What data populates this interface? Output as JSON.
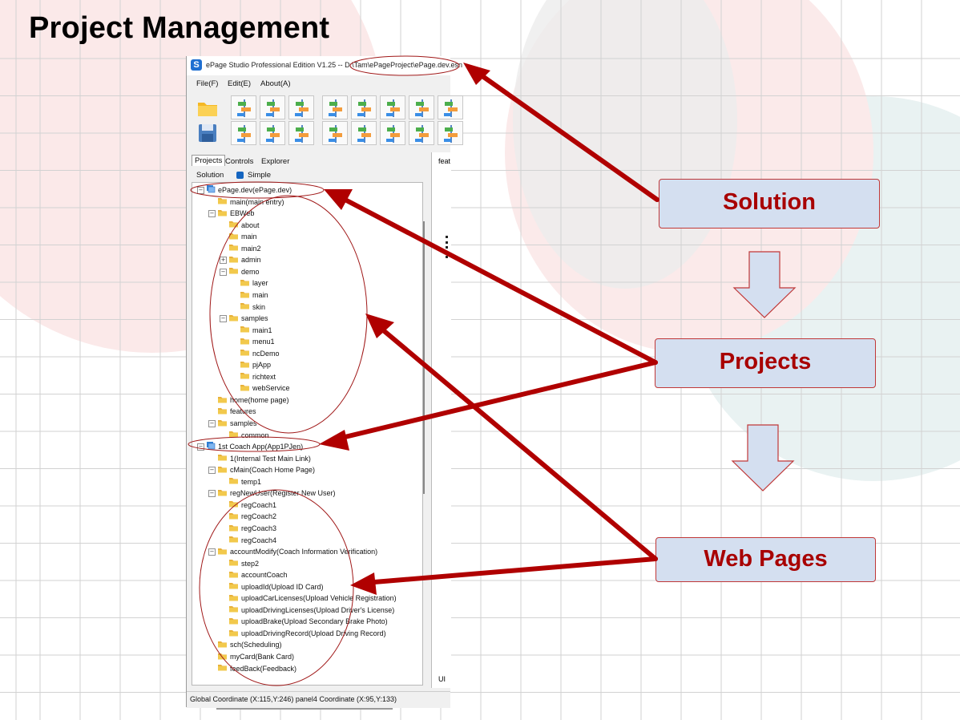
{
  "slide": {
    "title": "Project Management"
  },
  "app": {
    "title": "ePage Studio Professional Edition V1.25 -- D:\\Tam\\ePageProject\\ePage.dev.esn",
    "menu": [
      "File(F)",
      "Edit(E)",
      "About(A)"
    ],
    "panel_tabs": [
      "Projects",
      "Controls",
      "Explorer"
    ],
    "options": {
      "solution_label": "Solution",
      "simple_label": "Simple",
      "simple_checked": true
    },
    "right_tab": "feat",
    "right_bottom_tab": "UI",
    "status": "Global Coordinate (X:115,Y:246)  panel4 Coordinate (X:95,Y:133)",
    "tree": [
      {
        "label": "ePage.dev(ePage.dev)",
        "level": 0,
        "icon": "project",
        "expander": "−"
      },
      {
        "label": "main(main entry)",
        "level": 1,
        "icon": "folder",
        "expander": ""
      },
      {
        "label": "EBWeb",
        "level": 1,
        "icon": "folder-open",
        "expander": "−"
      },
      {
        "label": "about",
        "level": 2,
        "icon": "folder",
        "expander": ""
      },
      {
        "label": "main",
        "level": 2,
        "icon": "folder",
        "expander": ""
      },
      {
        "label": "main2",
        "level": 2,
        "icon": "folder",
        "expander": ""
      },
      {
        "label": "admin",
        "level": 2,
        "icon": "folder",
        "expander": "+"
      },
      {
        "label": "demo",
        "level": 2,
        "icon": "folder-open",
        "expander": "−"
      },
      {
        "label": "layer",
        "level": 3,
        "icon": "folder",
        "expander": ""
      },
      {
        "label": "main",
        "level": 3,
        "icon": "folder",
        "expander": ""
      },
      {
        "label": "skin",
        "level": 3,
        "icon": "folder",
        "expander": ""
      },
      {
        "label": "samples",
        "level": 2,
        "icon": "folder-open",
        "expander": "−"
      },
      {
        "label": "main1",
        "level": 3,
        "icon": "folder",
        "expander": ""
      },
      {
        "label": "menu1",
        "level": 3,
        "icon": "folder",
        "expander": ""
      },
      {
        "label": "ncDemo",
        "level": 3,
        "icon": "folder",
        "expander": ""
      },
      {
        "label": "pjApp",
        "level": 3,
        "icon": "folder",
        "expander": ""
      },
      {
        "label": "richtext",
        "level": 3,
        "icon": "folder",
        "expander": ""
      },
      {
        "label": "webService",
        "level": 3,
        "icon": "folder",
        "expander": ""
      },
      {
        "label": "home(home page)",
        "level": 1,
        "icon": "folder",
        "expander": ""
      },
      {
        "label": "features",
        "level": 1,
        "icon": "folder",
        "expander": ""
      },
      {
        "label": "samples",
        "level": 1,
        "icon": "folder-open",
        "expander": "−"
      },
      {
        "label": "common",
        "level": 2,
        "icon": "folder",
        "expander": ""
      },
      {
        "label": "1st Coach App(App1PJen)",
        "level": 0,
        "icon": "project",
        "expander": "−"
      },
      {
        "label": "1(Internal Test Main Link)",
        "level": 1,
        "icon": "folder",
        "expander": ""
      },
      {
        "label": "cMain(Coach Home Page)",
        "level": 1,
        "icon": "folder-open",
        "expander": "−"
      },
      {
        "label": "temp1",
        "level": 2,
        "icon": "folder",
        "expander": ""
      },
      {
        "label": "regNewUser(Register New User)",
        "level": 1,
        "icon": "folder-open",
        "expander": "−"
      },
      {
        "label": "regCoach1",
        "level": 2,
        "icon": "folder",
        "expander": ""
      },
      {
        "label": "regCoach2",
        "level": 2,
        "icon": "folder",
        "expander": ""
      },
      {
        "label": "regCoach3",
        "level": 2,
        "icon": "folder",
        "expander": ""
      },
      {
        "label": "regCoach4",
        "level": 2,
        "icon": "folder",
        "expander": ""
      },
      {
        "label": "accountModify(Coach Information Verification)",
        "level": 1,
        "icon": "folder-open",
        "expander": "−"
      },
      {
        "label": "step2",
        "level": 2,
        "icon": "folder",
        "expander": ""
      },
      {
        "label": "accountCoach",
        "level": 2,
        "icon": "folder",
        "expander": ""
      },
      {
        "label": "uploadId(Upload ID Card)",
        "level": 2,
        "icon": "folder",
        "expander": ""
      },
      {
        "label": "uploadCarLicenses(Upload Vehicle Registration)",
        "level": 2,
        "icon": "folder",
        "expander": ""
      },
      {
        "label": "uploadDrivingLicenses(Upload Driver's License)",
        "level": 2,
        "icon": "folder",
        "expander": ""
      },
      {
        "label": "uploadBrake(Upload Secondary Brake Photo)",
        "level": 2,
        "icon": "folder",
        "expander": ""
      },
      {
        "label": "uploadDrivingRecord(Upload Driving Record)",
        "level": 2,
        "icon": "folder",
        "expander": ""
      },
      {
        "label": "sch(Scheduling)",
        "level": 1,
        "icon": "folder",
        "expander": ""
      },
      {
        "label": "myCard(Bank Card)",
        "level": 1,
        "icon": "folder",
        "expander": ""
      },
      {
        "label": "feedBack(Feedback)",
        "level": 1,
        "icon": "folder",
        "expander": ""
      }
    ]
  },
  "callouts": {
    "solution": "Solution",
    "projects": "Projects",
    "web_pages": "Web Pages"
  },
  "colors": {
    "arrow": "#b00000",
    "callout_fill": "#d4dff0",
    "callout_text": "#a80000",
    "folder": "#f2c94c",
    "project_icon": "#2f7fd6"
  }
}
